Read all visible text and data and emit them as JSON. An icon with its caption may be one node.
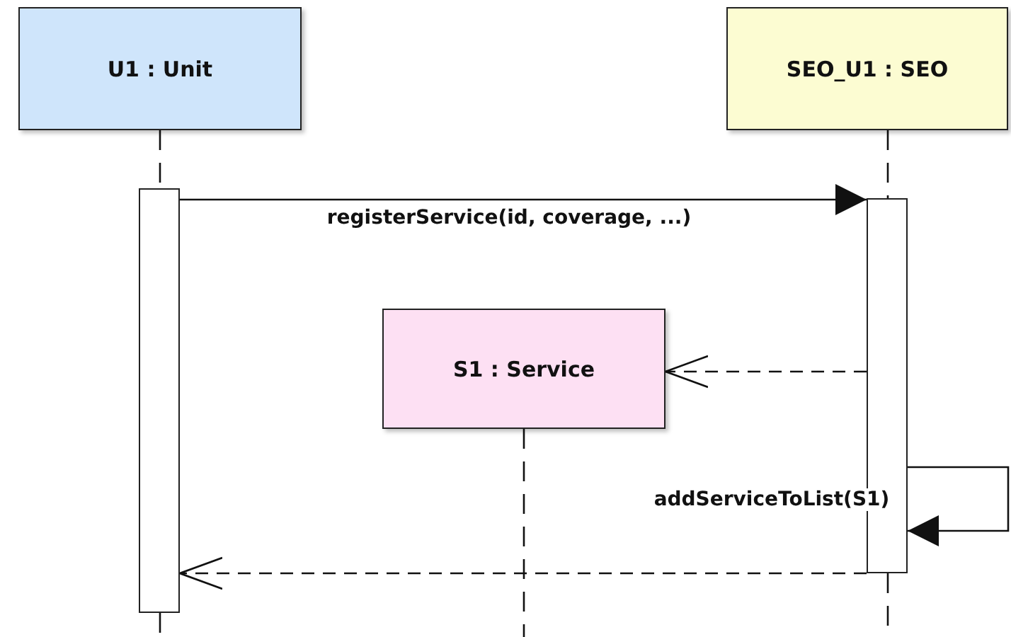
{
  "diagram": {
    "nodes": [
      {
        "text": [
          "U1 : Unit"
        ]
      },
      {
        "text": [
          "SEO_U1 : SEO"
        ]
      },
      {
        "text": [
          "S1 : Service"
        ]
      },
      {
        "text": [],
        "shape": "bar"
      },
      {
        "text": [],
        "shape": "bar"
      }
    ],
    "edges": [
      {
        "from": 3,
        "to": 4,
        "arrow": "to",
        "label": "registerService(id, coverage, ...)"
      },
      {
        "from": 4,
        "to": 2,
        "arrow": "to",
        "style": "dashed"
      },
      {
        "from": 4,
        "to": 4,
        "arrow": "to",
        "label": "addServiceToList(S1)"
      },
      {
        "from": 4,
        "to": 3,
        "arrow": "to",
        "style": "dashed"
      },
      {
        "from": 0,
        "to": 3,
        "arrow": "none",
        "style": "dashed"
      },
      {
        "from": 1,
        "to": 4,
        "arrow": "none",
        "style": "dashed"
      },
      {
        "from": 2,
        "to": null,
        "arrow": "none",
        "style": "dashed"
      },
      {
        "from": 3,
        "to": null,
        "arrow": "none",
        "style": "dashed"
      },
      {
        "from": 4,
        "to": null,
        "arrow": "none",
        "style": "dashed"
      }
    ]
  }
}
